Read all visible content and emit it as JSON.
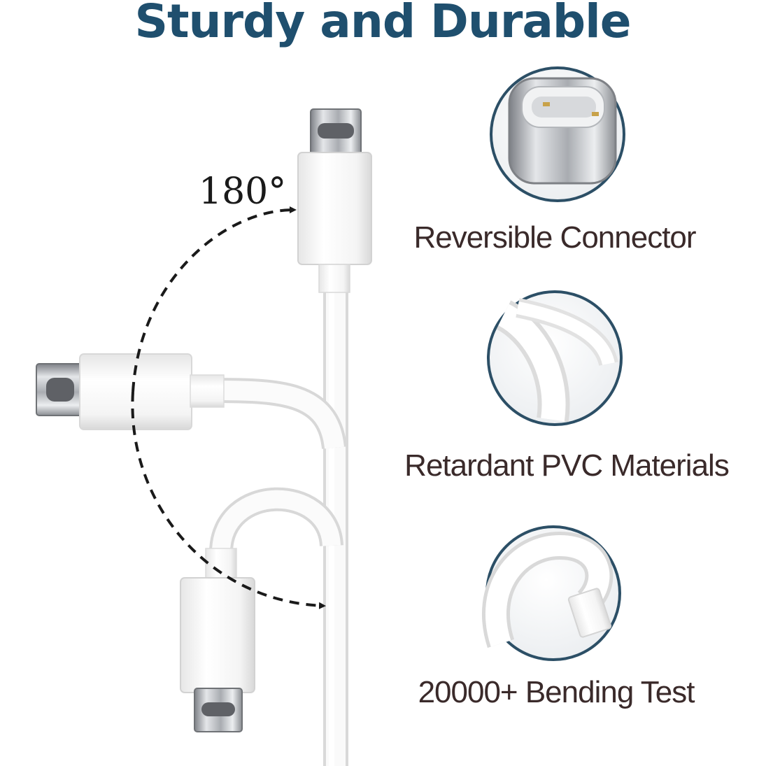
{
  "headline": "Sturdy and Durable",
  "angle_label": "180°",
  "features": [
    {
      "label": "Reversible Connector",
      "icon": "usb-c-port-closeup-icon"
    },
    {
      "label": "Retardant PVC Materials",
      "icon": "pvc-cable-closeup-icon"
    },
    {
      "label": "20000+ Bending Test",
      "icon": "cable-bend-closeup-icon"
    }
  ],
  "colors": {
    "headline": "#1f4f6e",
    "circle_border": "#2c4f66",
    "feature_text": "#3a2a2a",
    "dashed_arrow": "#1a1a1a"
  }
}
